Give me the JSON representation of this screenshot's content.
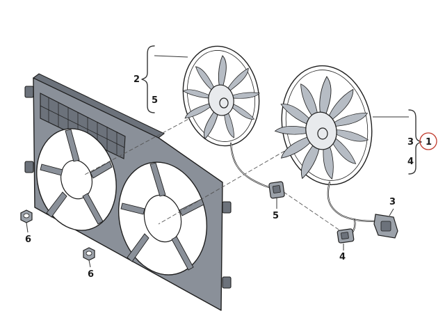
{
  "callouts": {
    "c1": "1",
    "c2": "2",
    "c3_brace": "3",
    "c3_connector": "3",
    "c4_brace": "4",
    "c4_connector": "4",
    "c5_brace": "5",
    "c5_connector": "5",
    "c6_left": "6",
    "c6_bottom": "6"
  },
  "colors": {
    "highlight_circle": "#c0392b"
  }
}
